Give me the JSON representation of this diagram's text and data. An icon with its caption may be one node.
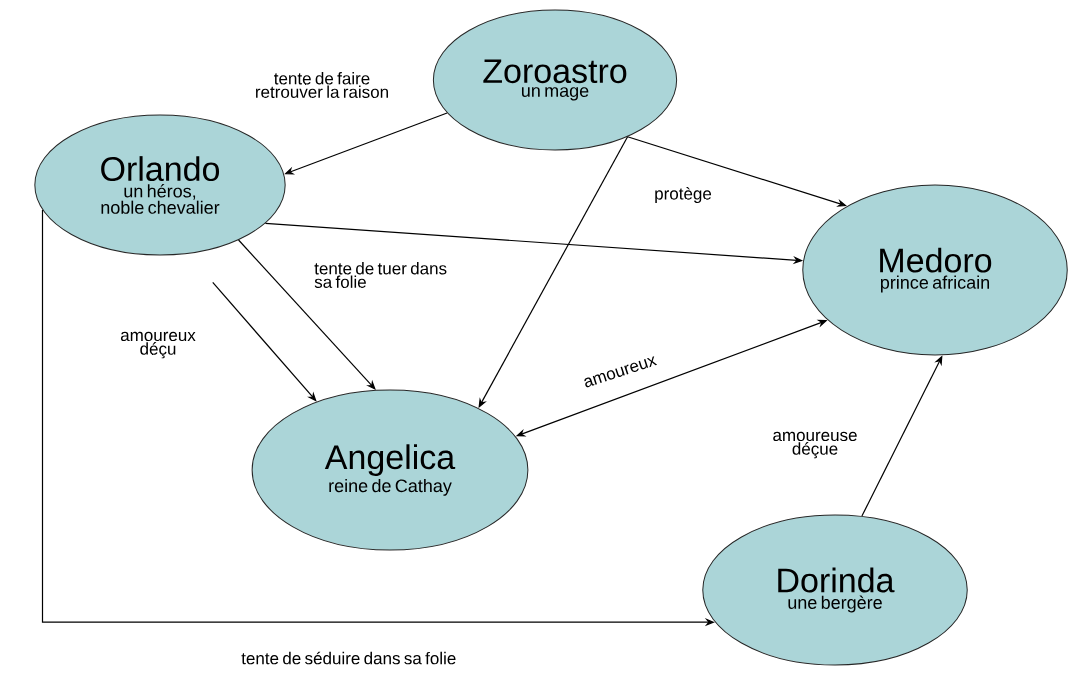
{
  "diagram": {
    "nodes": [
      {
        "text": [
          "Zoroastro",
          "un mage"
        ]
      },
      {
        "text": [
          "Orlando",
          "un héros, noble chevalier"
        ]
      },
      {
        "text": [
          "Medoro",
          "prince africain"
        ]
      },
      {
        "text": [
          "Angelica",
          "reine de Cathay"
        ]
      },
      {
        "text": [
          "Dorinda",
          "une bergère"
        ]
      }
    ],
    "edges": [
      {
        "from": 0,
        "to": 1,
        "arrow": "to",
        "label": "tente de faire retrouver la raison"
      },
      {
        "from": 0,
        "to": 2,
        "arrow": "to"
      },
      {
        "from": 0,
        "to": 3,
        "arrow": "to",
        "label": "protège"
      },
      {
        "from": 1,
        "to": 2,
        "arrow": "to"
      },
      {
        "from": 1,
        "to": 3,
        "arrow": "to",
        "label": "tente de tuer dans sa folie"
      },
      {
        "from": 1,
        "to": 3,
        "arrow": "to",
        "label": "amoureux déçu"
      },
      {
        "from": 3,
        "to": 2,
        "arrow": "both",
        "label": "amoureux"
      },
      {
        "from": 4,
        "to": 2,
        "arrow": "to",
        "label": "amoureuse déçue"
      },
      {
        "from": 1,
        "to": 4,
        "arrow": "to",
        "label": "tente de séduire dans sa folie"
      }
    ]
  }
}
